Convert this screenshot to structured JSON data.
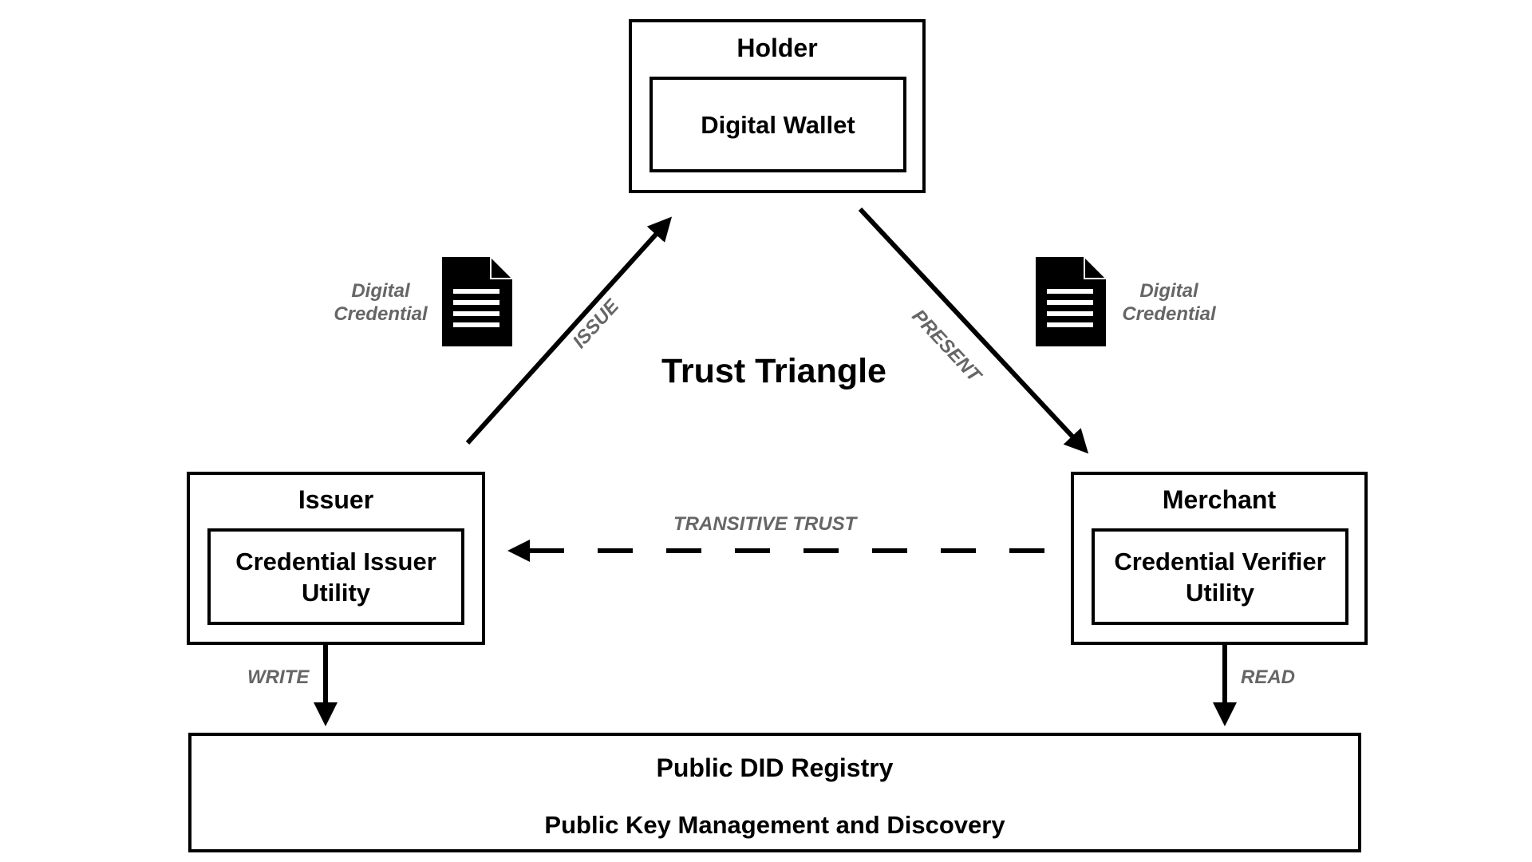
{
  "holder": {
    "title": "Holder",
    "inner": "Digital Wallet"
  },
  "issuer": {
    "title": "Issuer",
    "inner_line1": "Credential Issuer",
    "inner_line2": "Utility"
  },
  "merchant": {
    "title": "Merchant",
    "inner_line1": "Credential Verifier",
    "inner_line2": "Utility"
  },
  "registry": {
    "title": "Public DID Registry",
    "subtitle": "Public Key Management and Discovery"
  },
  "center_title": "Trust Triangle",
  "edges": {
    "issue": "ISSUE",
    "present": "PRESENT",
    "transitive_trust": "TRANSITIVE TRUST",
    "write": "WRITE",
    "read": "READ"
  },
  "credential_left": {
    "line1": "Digital",
    "line2": "Credential"
  },
  "credential_right": {
    "line1": "Digital",
    "line2": "Credential"
  },
  "colors": {
    "stroke": "#000000",
    "label": "#666666",
    "background": "#ffffff"
  },
  "icons": {
    "credential": "document-icon"
  }
}
